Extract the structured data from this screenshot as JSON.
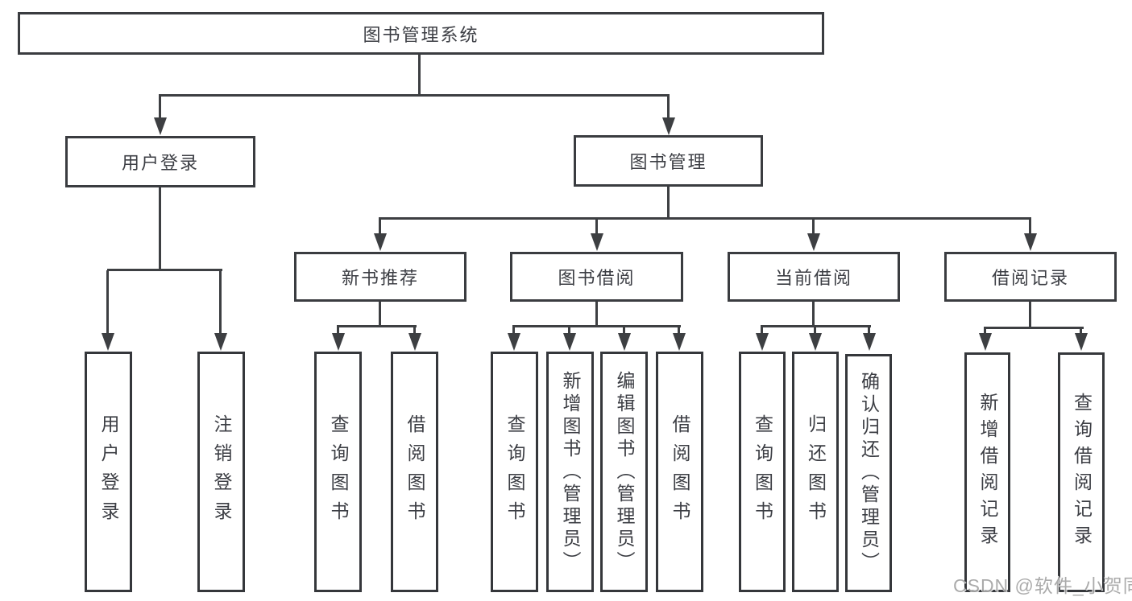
{
  "diagram_title": "图书管理系统",
  "tree": {
    "root": "图书管理系统",
    "branches": [
      {
        "label": "用户登录",
        "children": [
          "用户登录",
          "注销登录"
        ]
      },
      {
        "label": "图书管理",
        "groups": [
          {
            "label": "新书推荐",
            "children": [
              "查询图书",
              "借阅图书"
            ]
          },
          {
            "label": "图书借阅",
            "children": [
              "查询图书",
              "新增图书（管理员）",
              "编辑图书（管理员）",
              "借阅图书"
            ]
          },
          {
            "label": "当前借阅",
            "children": [
              "查询图书",
              "归还图书",
              "确认归还（管理员）"
            ]
          },
          {
            "label": "借阅记录",
            "children": [
              "新增借阅记录",
              "查询借阅记录"
            ]
          }
        ]
      }
    ]
  },
  "watermark": {
    "text": "CSDN @软件_小贺同学",
    "color": "#a3a3a3"
  },
  "colors": {
    "line": "#3d3f42",
    "box_border": "#3a3c40",
    "text": "#3c3e44",
    "background": "#ffffff"
  }
}
